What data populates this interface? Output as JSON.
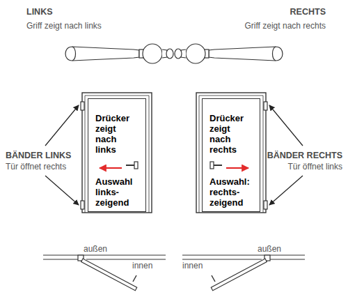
{
  "diagram": {
    "nodes": [
      {
        "text": [
          "Drücker zeigt nach links",
          "Auswahl links-zeigend"
        ]
      },
      {
        "text": [
          "Drücker zeigt nach rechts",
          "Auswahl: rechts-zeigend"
        ]
      }
    ],
    "labels": [
      "LINKS",
      "Griff zeigt nach links",
      "RECHTS",
      "Griff zeigt nach rechts",
      "BÄNDER LINKS",
      "Tür öffnet rechts",
      "BÄNDER RECHTS",
      "Tür öffnet links",
      "außen",
      "außen",
      "innen",
      "innen"
    ]
  }
}
